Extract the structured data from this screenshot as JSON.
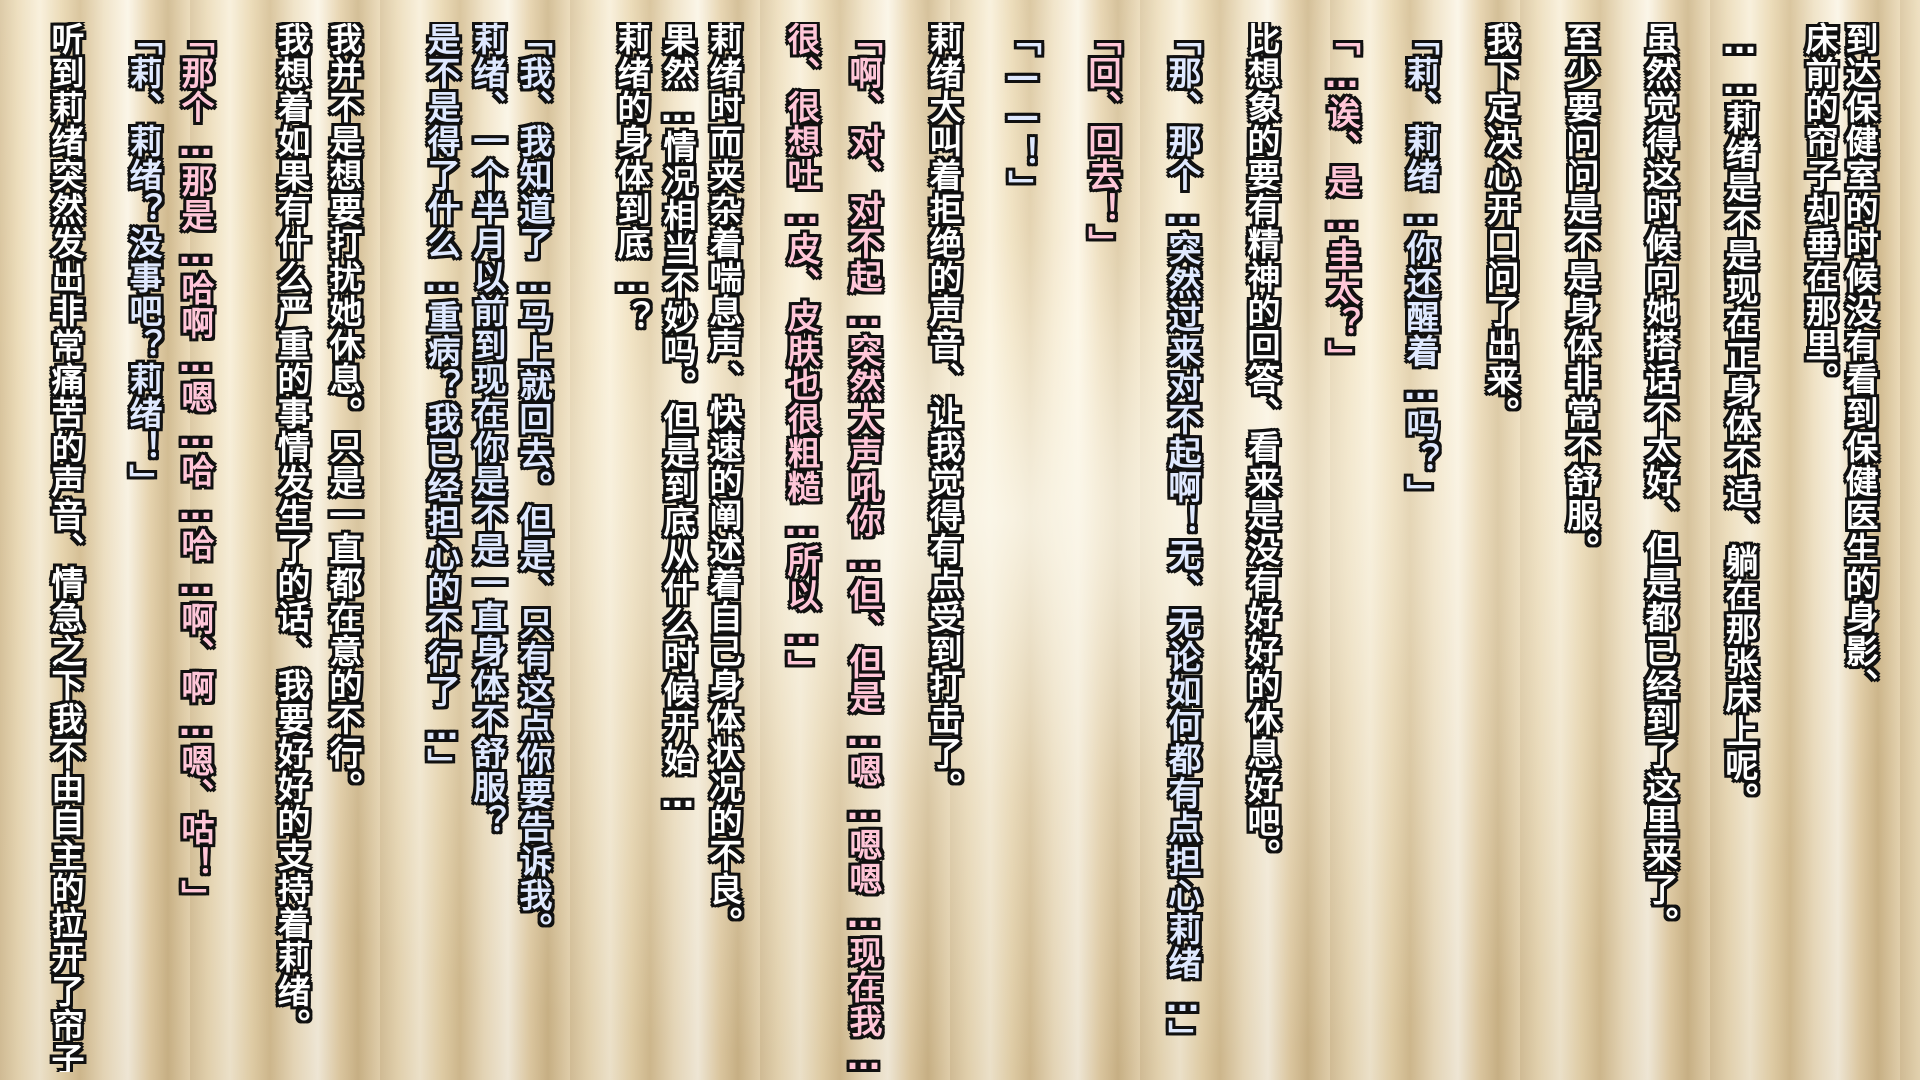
{
  "scene": {
    "background": "infirmary-bed-curtain",
    "narration_color": "#ffffff",
    "pink_speaker_color": "#ffc6d8",
    "blue_speaker_color": "#dfe9ff",
    "outline_color": "#111111"
  },
  "text_columns": [
    {
      "text": "到达保健室的时候没有看到保健医生的身影、",
      "style": "narration"
    },
    {
      "text": "床前的帘子却垂在那里。",
      "style": "narration"
    },
    {
      "text": "……莉绪是不是现在正身体不适、躺在那张床上呢。",
      "style": "narration"
    },
    {
      "text": "虽然觉得这时候向她搭话不太好、但是都已经到了这里来了。",
      "style": "narration"
    },
    {
      "text": "至少要问问是不是身体非常不舒服。",
      "style": "narration"
    },
    {
      "text": "我下定决心开口问了出来。",
      "style": "narration"
    },
    {
      "text": "「莉、莉绪…你还醒着…吗？」",
      "style": "blue"
    },
    {
      "text": "「…诶、是…圭太？」",
      "style": "pink"
    },
    {
      "text": "比想象的要有精神的回答、看来是没有好好的休息好吧。",
      "style": "narration"
    },
    {
      "text": "「那、那个…突然过来对不起啊！无、无论如何都有点担心莉绪…」",
      "style": "blue"
    },
    {
      "text": "「回、回去！」",
      "style": "pink"
    },
    {
      "text": "「——！」",
      "style": "blue"
    },
    {
      "text": "莉绪大叫着拒绝的声音、让我觉得有点受到打击了。",
      "style": "narration"
    },
    {
      "text": "「啊、对、对不起…突然大声吼你…但、但是…嗯…嗯嗯…现在我…",
      "style": "pink"
    },
    {
      "text": "很、很想吐…皮、皮肤也很粗糙…所以…」",
      "style": "pink"
    },
    {
      "text": "莉绪时而夹杂着喘息声、快速的阐述着自己身体状况的不良。",
      "style": "narration"
    },
    {
      "text": "果然…情况相当不妙吗。但是到底从什么时候开始…",
      "style": "narration"
    },
    {
      "text": "莉绪的身体到底…？",
      "style": "narration"
    },
    {
      "text": "「我、我知道了…马上就回去。但是、只有这点你要告诉我。",
      "style": "blue"
    },
    {
      "text": "莉绪、一个半月以前到现在你是不是一直身体不舒服？",
      "style": "blue"
    },
    {
      "text": "是不是得了什么…重病？我已经担心的不行了…」",
      "style": "blue"
    },
    {
      "text": "我并不是想要打扰她休息。只是一直都在意的不行。",
      "style": "narration"
    },
    {
      "text": "我想着如果有什么严重的事情发生了的话、我要好好的支持着莉绪。",
      "style": "narration"
    },
    {
      "text": "「那个…那是…哈啊…嗯…哈…哈…啊、啊…嗯、咕！」",
      "style": "pink"
    },
    {
      "text": "「莉、莉绪？没事吧？莉绪！」",
      "style": "blue"
    },
    {
      "text": "听到莉绪突然发出非常痛苦的声音、情急之下我不由自主的拉开了帘子。",
      "style": "narration"
    }
  ]
}
